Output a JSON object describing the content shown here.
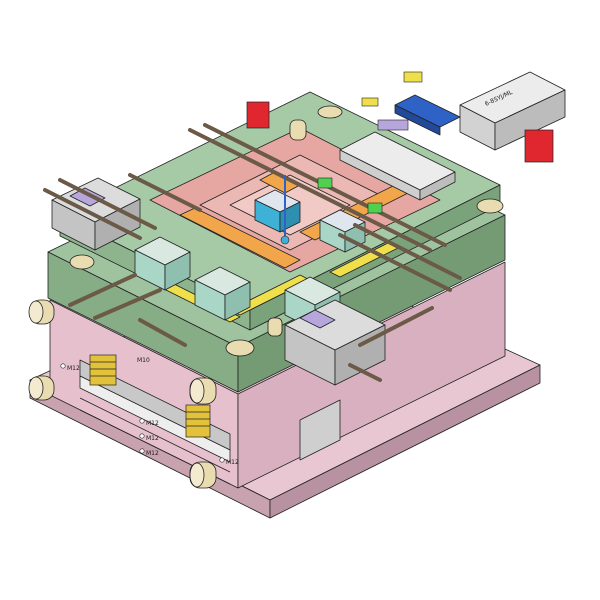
{
  "diagram": {
    "labels": {
      "m12_left": "M12",
      "m12_mid": "M12",
      "m12_low1": "M12",
      "m12_low2": "M12",
      "m12_right": "M12",
      "m10": "M10",
      "cylinder_tag": "6-8SYJ/ML"
    }
  },
  "colors": {
    "base_pink": "#e9c7d2",
    "base_pink_dark": "#c9a2b0",
    "plate_green": "#9fc39f",
    "plate_green_dark": "#7fa67f",
    "plate_gray": "#d2d2d2",
    "core_pink": "#e6a6a2",
    "slider_teal": "#a9d6c6",
    "yellow_rail": "#efe04b",
    "orange": "#f2a64b",
    "cylinder_gray": "#dcdcdc",
    "red_block": "#e0272f",
    "blue": "#2f62c7",
    "purple": "#b6a6dc",
    "bolt": "#6b5a47",
    "bushing": "#e8dcb0",
    "spring": "#e3c23b",
    "cyan": "#3fb0d6",
    "green_bright": "#4fd14f"
  }
}
